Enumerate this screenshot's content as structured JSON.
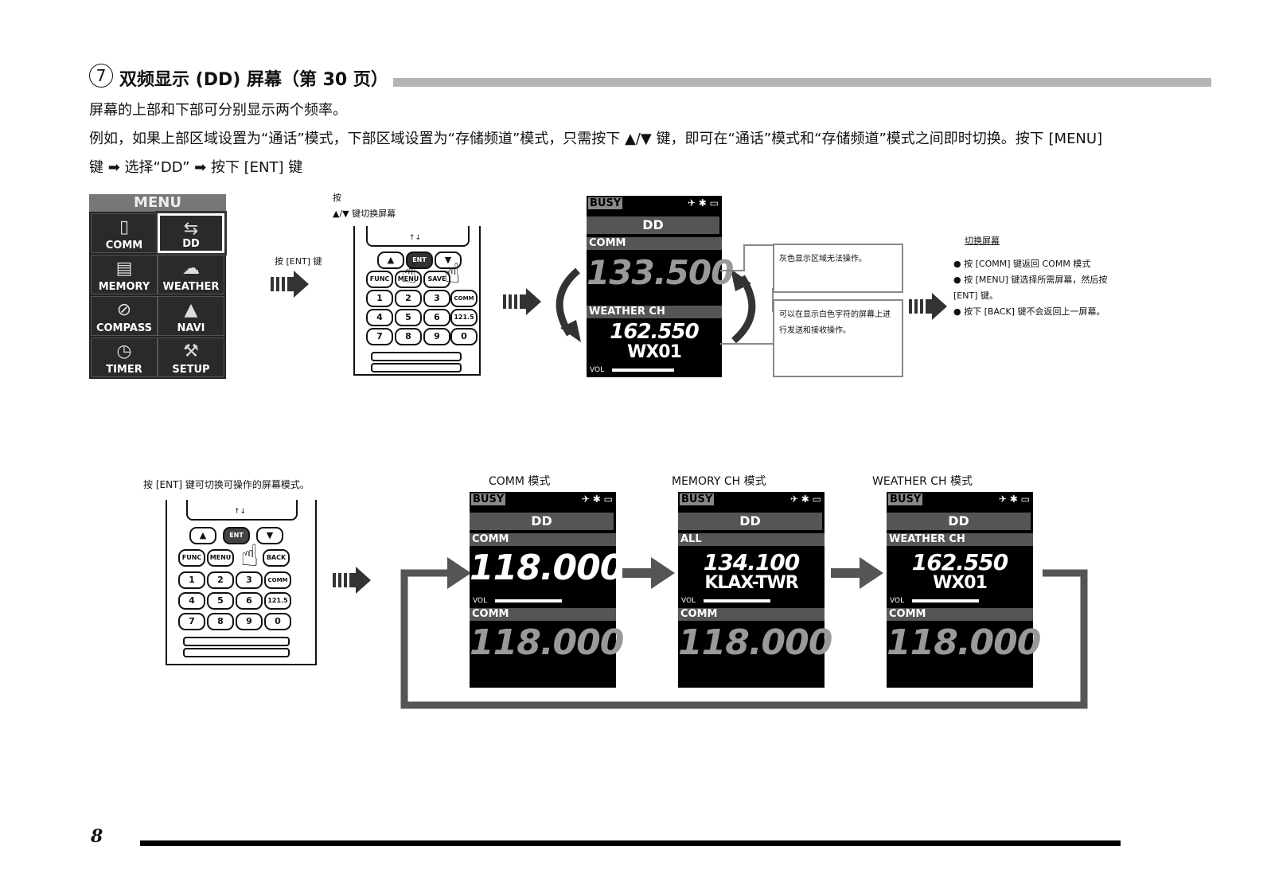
{
  "title": {
    "num": "7",
    "text": "双频显示 (DD) 屏幕（第 30 页）"
  },
  "intro": {
    "line1": "屏幕的上部和下部可分别显示两个频率。",
    "line2": "例如，如果上部区域设置为“通话”模式，下部区域设置为“存储频道”模式，只需按下 ▲/▼ 键，即可在“通话”模式和“存储频道”模式之间即时切换。按下 [MENU]",
    "line3": "键 ➡ 选择“DD” ➡ 按下 [ENT] 键"
  },
  "menu": {
    "header": "MENU",
    "items": [
      "COMM",
      "DD",
      "MEMORY",
      "WEATHER",
      "COMPASS",
      "NAVI",
      "TIMER",
      "SETUP"
    ]
  },
  "labels": {
    "press_ent": "按 [ENT] 键",
    "press": "按",
    "press_updown": "▲/▼ 键切换屏幕",
    "gray_note": "灰色显示区域无法操作。",
    "white_note": "可以在显示白色字符的屏幕上进行发送和接收操作。",
    "switch_title": "切换屏幕",
    "switch_items": [
      "按 [COMM] 键返回 COMM 模式",
      "按 [MENU] 键选择所需屏幕，然后按 [ENT] 键。",
      "按下 [BACK] 键不会返回上一屏幕。"
    ],
    "ent_switch": "按 [ENT] 键可切换可操作的屏幕模式。",
    "comm_mode": "COMM 模式",
    "memory_mode": "MEMORY CH 模式",
    "weather_mode": "WEATHER CH 模式"
  },
  "keys": {
    "ent": "ENT",
    "func": "FUNC",
    "menu": "MENU",
    "save": "SAVE",
    "back": "BACK",
    "comm": "COMM",
    "n1": "1",
    "n2": "2",
    "n3": "3",
    "n4": "4",
    "n5": "5",
    "n6": "6",
    "n7": "7",
    "n8": "8",
    "n9": "9",
    "n0": "0",
    "k1215": "121.5",
    "updown": "↑↓"
  },
  "screen_top": {
    "busy": "BUSY",
    "dd": "DD",
    "upper_label": "COMM",
    "upper_freq": "133.500",
    "lower_label": "WEATHER CH",
    "lower_freq": "162.550",
    "lower_name": "WX01",
    "vol": "VOL"
  },
  "screens": [
    {
      "busy": "BUSY",
      "dd": "DD",
      "upper_label": "COMM",
      "upper_freq": "118.000",
      "upper_name": "",
      "vol": "VOL",
      "lower_label": "COMM",
      "lower_freq": "118.000"
    },
    {
      "busy": "BUSY",
      "dd": "DD",
      "upper_label": "ALL",
      "upper_freq": "134.100",
      "upper_name": "KLAX-TWR",
      "vol": "VOL",
      "lower_label": "COMM",
      "lower_freq": "118.000"
    },
    {
      "busy": "BUSY",
      "dd": "DD",
      "upper_label": "WEATHER CH",
      "upper_freq": "162.550",
      "upper_name": "WX01",
      "vol": "VOL",
      "lower_label": "COMM",
      "lower_freq": "118.000"
    }
  ],
  "page_number": "8"
}
